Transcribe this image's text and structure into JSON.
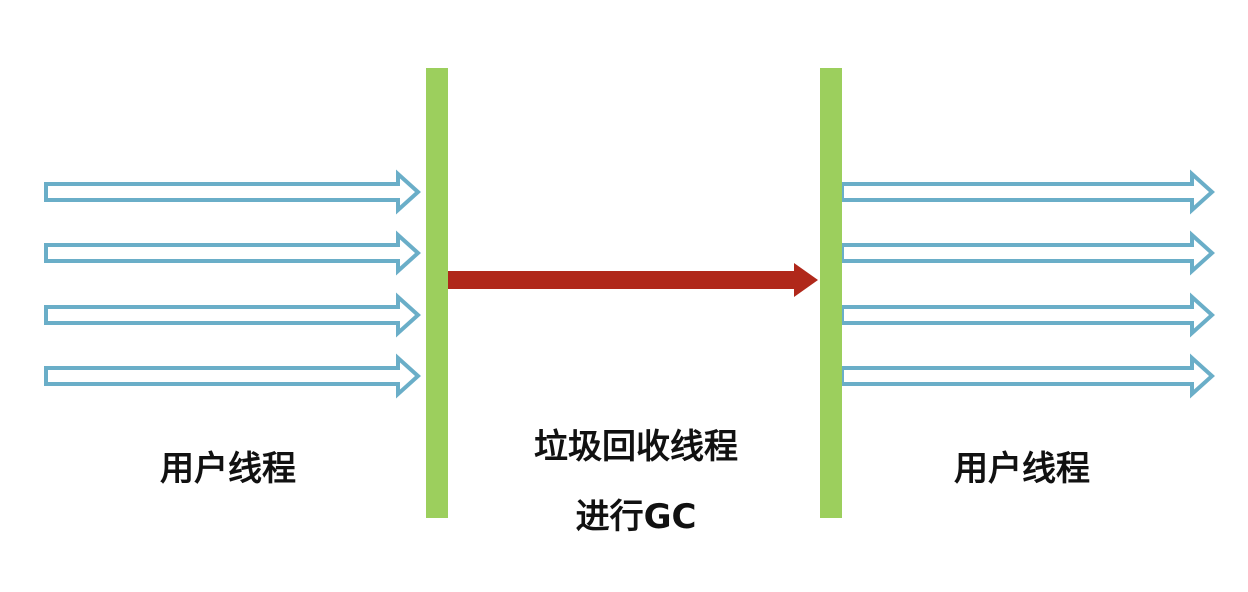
{
  "labels": {
    "left_threads": "用户线程",
    "gc_line1": "垃圾回收线程",
    "gc_line2": "进行GC",
    "right_threads": "用户线程"
  },
  "colors": {
    "barrier": "#9ccf5d",
    "thread_arrow_stroke": "#6aaec8",
    "thread_arrow_fill": "#ffffff",
    "gc_arrow": "#b0281a",
    "text": "#111111"
  },
  "diagram": {
    "left_thread_count": 4,
    "right_thread_count": 4,
    "barrier_count": 2,
    "gc_arrow_count": 1
  }
}
